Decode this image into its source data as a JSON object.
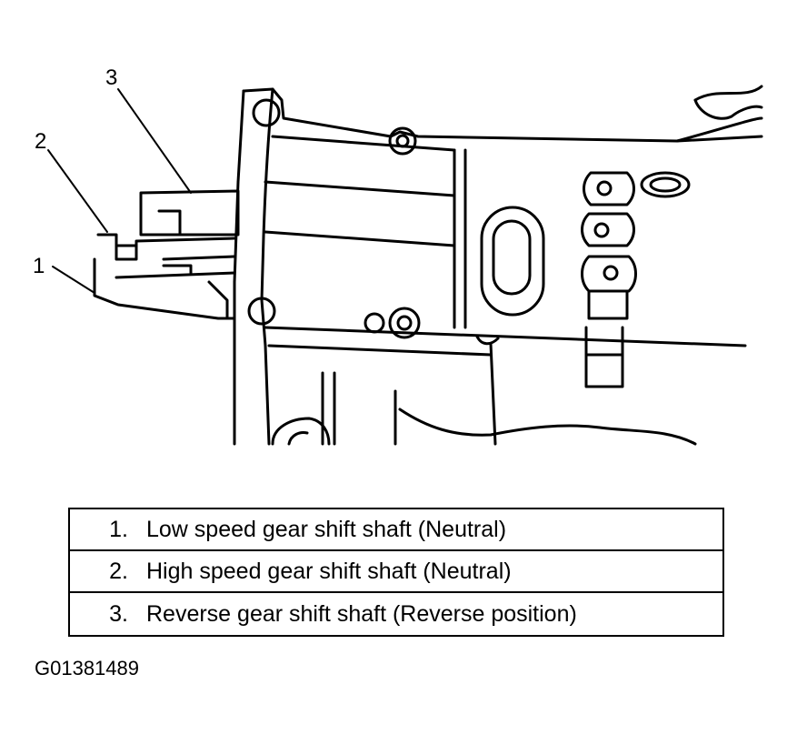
{
  "callouts": [
    {
      "id": "1",
      "label": "1"
    },
    {
      "id": "2",
      "label": "2"
    },
    {
      "id": "3",
      "label": "3"
    }
  ],
  "legend": [
    {
      "num": "1.",
      "text": "Low speed gear shift shaft (Neutral)"
    },
    {
      "num": "2.",
      "text": "High speed gear shift shaft (Neutral)"
    },
    {
      "num": "3.",
      "text": "Reverse gear shift shaft (Reverse position)"
    }
  ],
  "figure_id": "G01381489",
  "colors": {
    "ink": "#000000",
    "paper": "#ffffff"
  }
}
